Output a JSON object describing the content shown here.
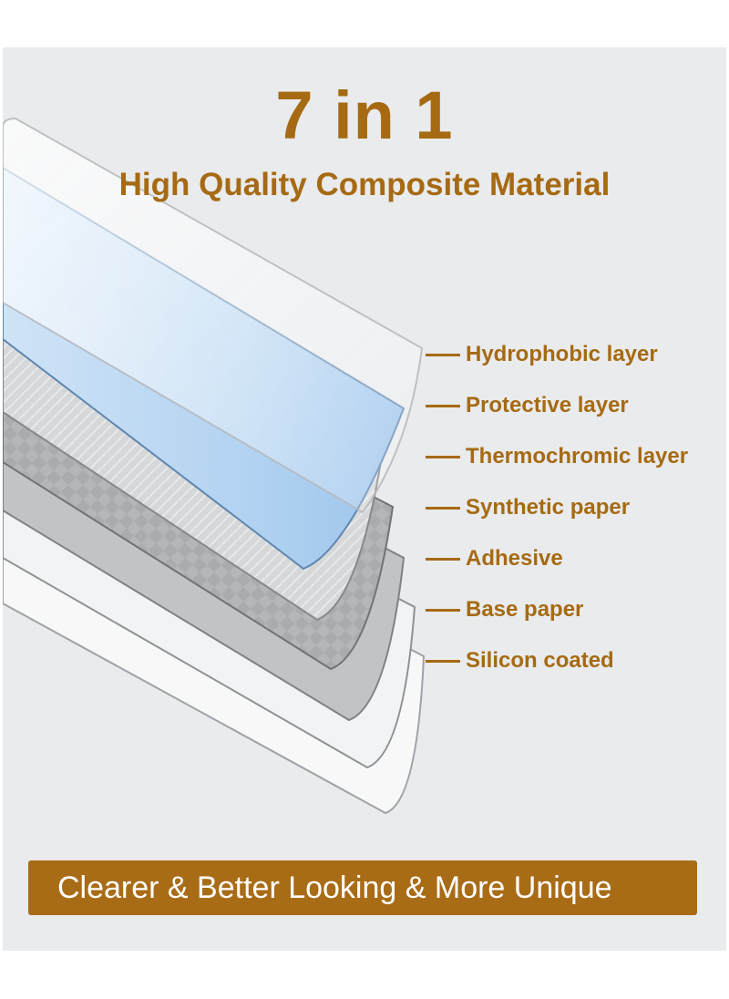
{
  "header": {
    "count": "7 in 1",
    "subtitle": "High Quality Composite Material"
  },
  "layers": [
    {
      "label": "Hydrophobic layer",
      "color": "#f2f3f5"
    },
    {
      "label": "Protective layer",
      "color": "#aacdee"
    },
    {
      "label": "Thermochromic layer",
      "color": "#d9dadc"
    },
    {
      "label": "Synthetic paper",
      "color": "#b9bbbd"
    },
    {
      "label": "Adhesive",
      "color": "#c4c5c7"
    },
    {
      "label": "Base paper",
      "color": "#f4f5f6"
    },
    {
      "label": "Silicon coated",
      "color": "#fafafa"
    }
  ],
  "banner": {
    "text": "Clearer & Better Looking & More Unique"
  },
  "colors": {
    "accent": "#a66a12",
    "banner": "#a96c16",
    "panel": "#e9ebed"
  }
}
